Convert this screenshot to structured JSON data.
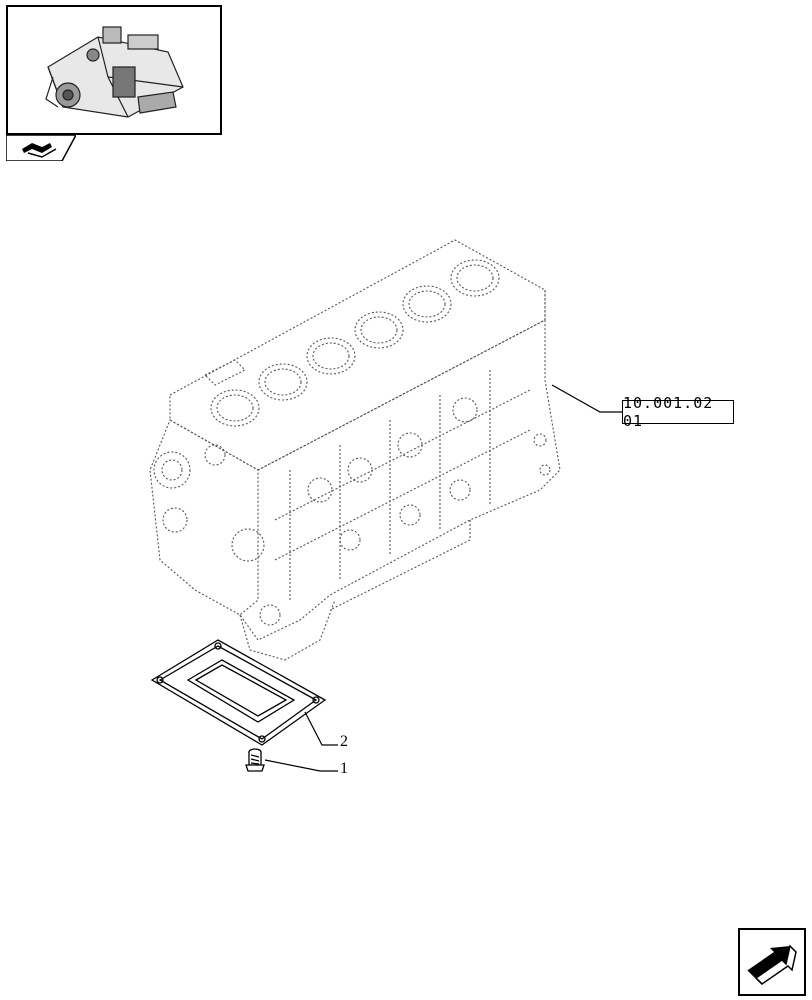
{
  "thumbnail": {
    "icon": "engine-thumbnail-icon"
  },
  "nav": {
    "tab_icon": "book-arrow-icon",
    "next_icon": "next-page-arrow-icon"
  },
  "reference": {
    "label": "10.001.02 01"
  },
  "callouts": [
    {
      "number": "2",
      "part": "gasket"
    },
    {
      "number": "1",
      "part": "screw"
    }
  ],
  "colors": {
    "line": "#000000",
    "background": "#ffffff",
    "dotted": "#555555"
  }
}
